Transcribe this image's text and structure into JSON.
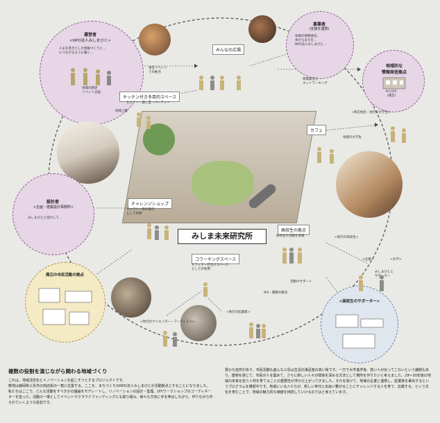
{
  "center": {
    "title": "みしま未来研究所"
  },
  "nodes": {
    "unei": {
      "title": "運営者",
      "subtitle": "<NPO法人みしまびと>",
      "desc": "人まを巻きとした情報づくりと…\nにつながるように働く…"
    },
    "jigyo": {
      "title": "事業者",
      "subtitle": "(支援を連携)",
      "desc": "地域の建物会社、\n本からまちを…\nNPO法人みしまびと…"
    },
    "chiiki_joho": {
      "title": "地域的な\n情報発信拠点",
      "desc": "K-CAFE\n(運営)"
    },
    "shinki": {
      "title": "設計者",
      "subtitle": "<企画・建築設計事務所>",
      "desc": "みしまびとと協力して…"
    },
    "shuhen": {
      "title": "周辺の市民活動の拠点"
    },
    "sapota": {
      "title": "<高校生のサポーター>"
    }
  },
  "spaces": {
    "minna": "みんなの広場",
    "kitchen": "キッチン付き多目的スペース",
    "cafe": "カフェ",
    "challenge": "チャレンジショップ",
    "coworking": "コワーキングスペース",
    "koukou": "高校生の拠点"
  },
  "annotations": {
    "a1": "食堂イベント\nでの拠点",
    "a2": "地域の歴史\nイベント企画",
    "a3": "情報発信と\nネットワーキング",
    "a4": "地域の大学生",
    "a5": "<周辺住民・地元の大学生>",
    "a6": "<地元の高校生>",
    "a7": "<地元の起業家>",
    "a8": "<地元のクリエイター・アーティスト>",
    "a9": "WS・課題の解決",
    "a10": "活動のサポート",
    "a11": "<企業>",
    "a12": "<大学>",
    "a13": "みしまびとと\nサポーター",
    "a14": "高校生の活動を支援",
    "a15": "オフィス・打合せスペース\nとしての利用",
    "a16": "ギャラリー等の展示\nとして利用",
    "a17": "セミナー・貸し室・パーティー",
    "a18": "地域上数"
  },
  "footer": {
    "heading": "複数の役割を演じながら関わる地域づくり",
    "left_text": "これは、地域活性化とイノベーションを起こそうとするプロジェクトです。\n敷地は静岡県三島市の商店街の一角に位置する。ここを、まちづくりのNPO法人みしまびとが活動拠点とすることになりました。\n私たちはここで、どんな活動をすべきかの議論をモデレートし、リノベーションの設計・監理、DIYワークショップのコーディネーターを担った。活動の一環としてイベントやクラウドファンディングにも取り組み、様々な方向に手を伸ばしながら、作りながら作られていくような役割です。",
    "right_text": "豊かな自然があり、市民活動も盛んな三島は生活の満足度の高い街です。一方で大学進学後、若い人が戻ってこないという課題もあり、建物を通じて、市民が人を集めて、さらに新しい人々が関係を深める方法として場所を作りたいと考えました。29〜30年後の地域の未来を担う人材を育てることの重要性が浮かび上がってきました。それを受けて、地域の企業と連携し、起業家を輩出するというプログラムを構想中です。地域にいる人たちが、新しい世代と出会い繋がることにチャレンジする人を育て、応援する。という文化を育むことで、地域の魅力的な価値を持続していけるのではと考えています。"
  }
}
